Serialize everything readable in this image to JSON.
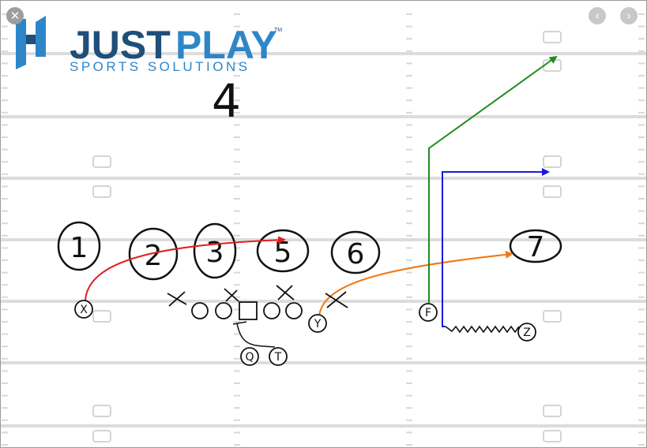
{
  "controls": {
    "close_glyph": "✕",
    "prev_glyph": "‹",
    "next_glyph": "›"
  },
  "logo": {
    "brand_word1": "JUST",
    "brand_word2": "PLAY",
    "tagline": "SPORTS SOLUTIONS",
    "trademark": "TM",
    "color_dark": "#1f4f7a",
    "color_light": "#2e86c8"
  },
  "play": {
    "call_number": "4",
    "zone_labels": [
      "1",
      "2",
      "3",
      "5",
      "6",
      "7"
    ],
    "players": {
      "x": "X",
      "y": "Y",
      "f": "F",
      "z": "Z",
      "q": "Q",
      "t": "T"
    },
    "route_colors": {
      "x_route": "#e0201c",
      "y_route": "#f07a18",
      "f_route": "#1e8c1e",
      "z_route": "#1a1adc"
    }
  }
}
